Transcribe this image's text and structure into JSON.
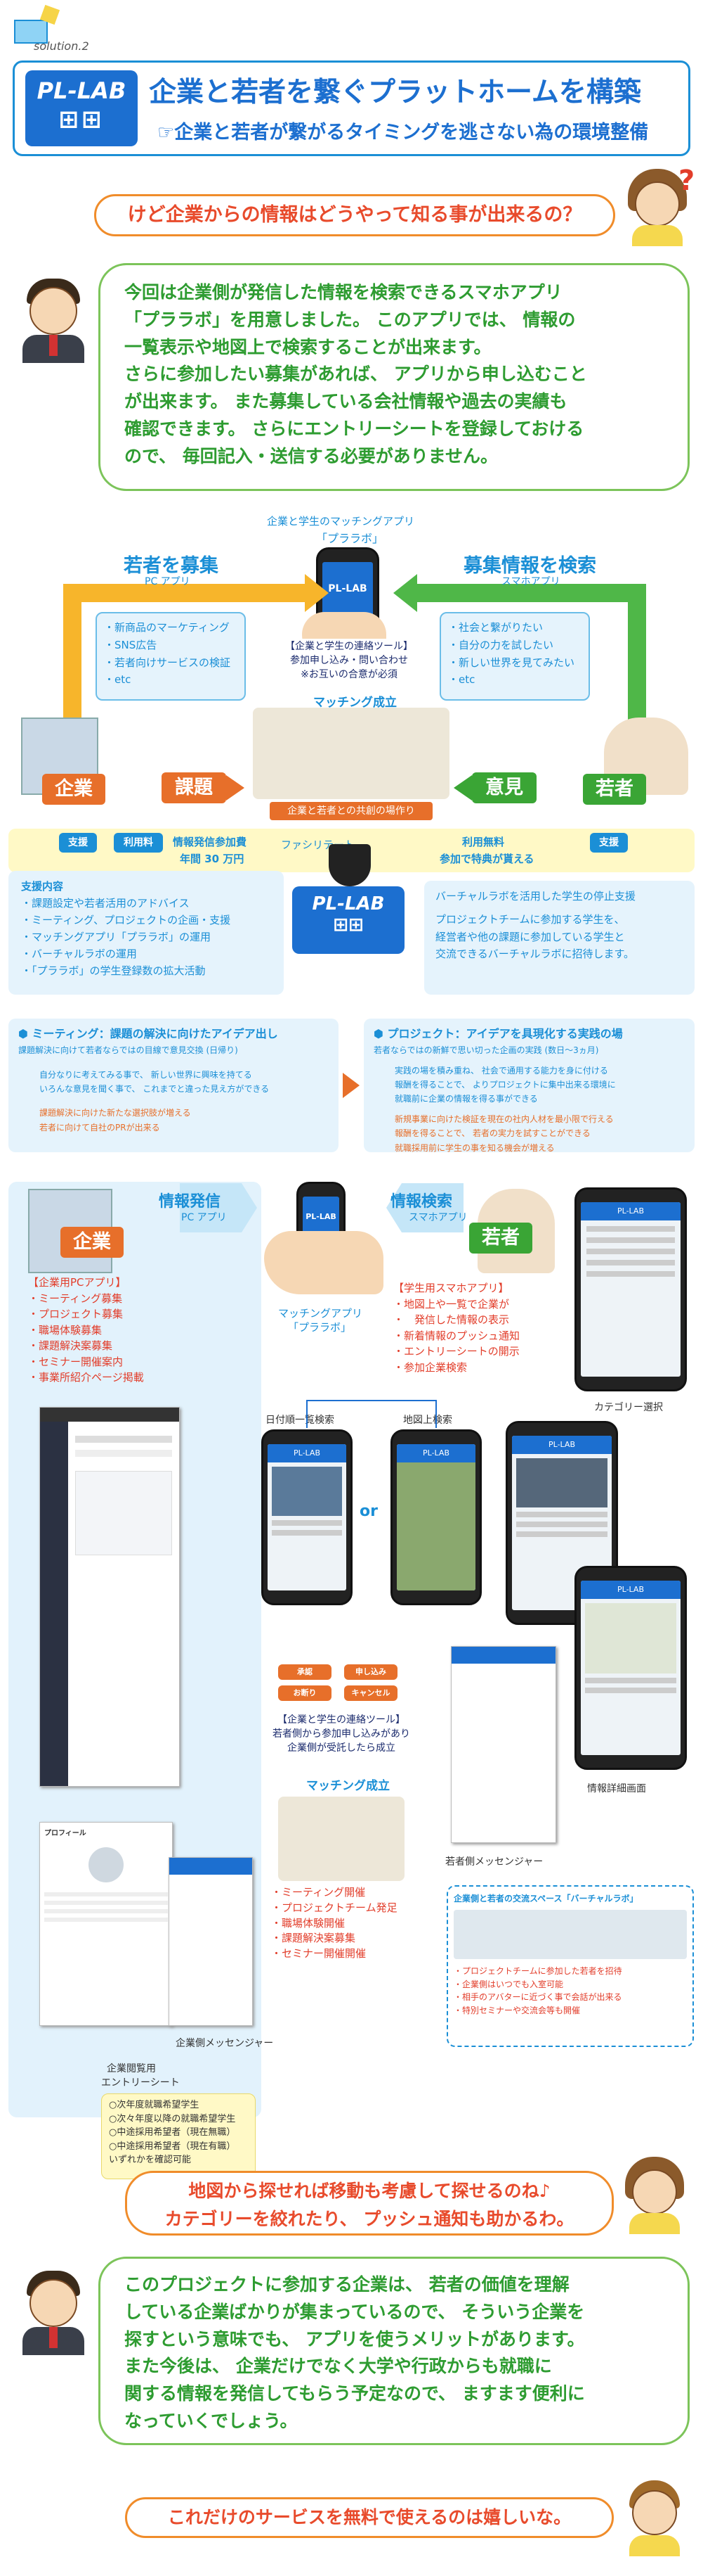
{
  "header": {
    "solution_label": "solution.2",
    "logo_text": "PL-LAB",
    "title": "企業と若者を繋ぐプラットホームを構築",
    "subtitle": "☞企業と若者が繋がるタイミングを逃さない為の環境整備"
  },
  "q1": {
    "text": "けど企業からの情報はどうやって知る事が出来るの？"
  },
  "a1": {
    "lines": [
      "今回は企業側が発信した情報を検索できるスマホアプリ",
      "「プララボ」を用意しました。 このアプリでは、 情報の",
      "一覧表示や地図上で検索することが出来ます。",
      "さらに参加したい募集があれば、 アプリから申し込むこと",
      "が出来ます。 また募集している会社情報や過去の実績も",
      "確認できます。 さらにエントリーシートを登録しておける",
      "ので、 毎回記入・送信する必要がありません。"
    ]
  },
  "diagram1": {
    "top_label": "企業と学生のマッチングアプリ",
    "top_name": "「プララボ」",
    "left_title": "若者を募集",
    "left_sub": "PC アプリ",
    "right_title": "募集情報を検索",
    "right_sub": "スマホアプリ",
    "left_items": [
      "新商品のマーケティング",
      "SNS広告",
      "若者向けサービスの検証",
      "etc"
    ],
    "right_items": [
      "社会と繋がりたい",
      "自分の力を試したい",
      "新しい世界を見てみたい",
      "etc"
    ],
    "contact_tool": "【企業と学生の連絡ツール】",
    "contact_line1": "参加申し込み・問い合わせ",
    "contact_line2": "※お互いの合意が必須",
    "matching": "マッチング成立",
    "company": "企業",
    "issue": "課題",
    "opinion": "意見",
    "youth": "若者",
    "venue": "企業と若者との共創の場作り",
    "support": "支援",
    "fee_label": "利用料",
    "fee_text1": "情報発信参加費",
    "fee_text2": "年間 30 万円",
    "facilitate": "ファシリテート",
    "free1": "利用無料",
    "free2": "参加で特典が貰える",
    "support_title": "支援内容",
    "support_items": [
      "課題設定や若者活用のアドバイス",
      "ミーティング、プロジェクトの企画・支援",
      "マッチングアプリ「プララボ」の運用",
      "バーチャルラボの運用",
      "「プララボ」の学生登録数の拡大活動"
    ],
    "vlab_title": "バーチャルラボを活用した学生の停止支援",
    "vlab_lines": [
      "プロジェクトチームに参加する学生を、",
      "経営者や他の課題に参加している学生と",
      "交流できるバーチャルラボに招待します。"
    ]
  },
  "meeting": {
    "title": "ミーティング：課題の解決に向けたアイデア出し",
    "sub": "課題解決に向けて若者ならではの目線で意見交換 (日帰り)",
    "p1": [
      "自分なりに考えてみる事で、 新しい世界に興味を持てる",
      "いろんな意見を聞く事で、 これまでと違った見え方ができる"
    ],
    "p2": [
      "課題解決に向けた新たな選択肢が増える",
      "若者に向けて自社のPRが出来る"
    ]
  },
  "project": {
    "title": "プロジェクト：アイデアを具現化する実践の場",
    "sub": "若者ならではの新鮮で思い切った企画の実践 (数日〜3ヵ月)",
    "p1": [
      "実践の場を積み重ね、 社会で通用する能力を身に付ける",
      "報酬を得ることで、 よりプロジェクトに集中出来る環境に",
      "就職前に企業の情報を得る事ができる"
    ],
    "p2": [
      "新規事業に向けた検証を現在の社内人材を最小限で行える",
      "報酬を得ることで、 若者の実力を試すことができる",
      "就職採用前に学生の事を知る機会が増える"
    ]
  },
  "diagram2": {
    "left_title": "情報発信",
    "left_sub": "PC アプリ",
    "right_title": "情報検索",
    "right_sub": "スマホアプリ",
    "company": "企業",
    "youth": "若者",
    "pc_title": "【企業用PCアプリ】",
    "pc_items": [
      "ミーティング募集",
      "プロジェクト募集",
      "職場体験募集",
      "課題解決案募集",
      "セミナー開催案内",
      "事業所紹介ページ掲載"
    ],
    "app_label": "マッチングアプリ",
    "app_name": "「プララボ」",
    "sp_title": "【学生用スマホアプリ】",
    "sp_items": [
      "地図上や一覧で企業が",
      "　発信した情報の表示",
      "新着情報のプッシュ通知",
      "エントリーシートの開示",
      "参加企業検索"
    ],
    "category": "カテゴリー選択",
    "list_search": "日付順一覧検索",
    "map_search": "地図上検索",
    "or": "or",
    "detail": "情報詳細画面",
    "contact_tool": "【企業と学生の連絡ツール】",
    "contact_line1": "若者側から参加申し込みがあり",
    "contact_line2": "企業側が受託したら成立",
    "matching": "マッチング成立",
    "company_msg": "企業側メッセンジャー",
    "youth_msg": "若者側メッセンジャー",
    "result_items": [
      "ミーティング開催",
      "プロジェクトチーム発足",
      "職場体験開催",
      "課題解決案募集",
      "セミナー開催開催"
    ],
    "entry_title": "企業閲覧用",
    "entry_sub": "エントリーシート",
    "entry_items": [
      "○次年度就職希望学生",
      "○次々年度以降の就職希望学生",
      "○中途採用希望者（現在無職）",
      "○中途採用希望者（現在有職）",
      "いずれかを確認可能"
    ],
    "vlab_title": "企業側と若者の交流スペース「バーチャルラボ」",
    "vlab_items": [
      "プロジェクトチームに参加した若者を招待",
      "企業側はいつでも入室可能",
      "相手のアバターに近づく事で会話が出来る",
      "特別セミナーや交流会等も開催"
    ],
    "btn_labels": [
      "承認",
      "お断り",
      "申し込み",
      "キャンセル"
    ],
    "profile": "プロフィール",
    "screen_head": "PL-LAB"
  },
  "q2": {
    "lines": [
      "地図から探せれば移動も考慮して探せるのね♪",
      "カテゴリーを絞れたり、 プッシュ通知も助かるわ。"
    ]
  },
  "a2": {
    "lines": [
      "このプロジェクトに参加する企業は、 若者の価値を理解",
      "している企業ばかりが集まっているので、 そういう企業を",
      "探すという意味でも、 アプリを使うメリットがあります。",
      "また今後は、 企業だけでなく大学や行政からも就職に",
      "関する情報を発信してもらう予定なので、 ますます便利に",
      "なっていくでしょう。"
    ]
  },
  "q3": {
    "text": "これだけのサービスを無料で使えるのは嬉しいな。"
  }
}
